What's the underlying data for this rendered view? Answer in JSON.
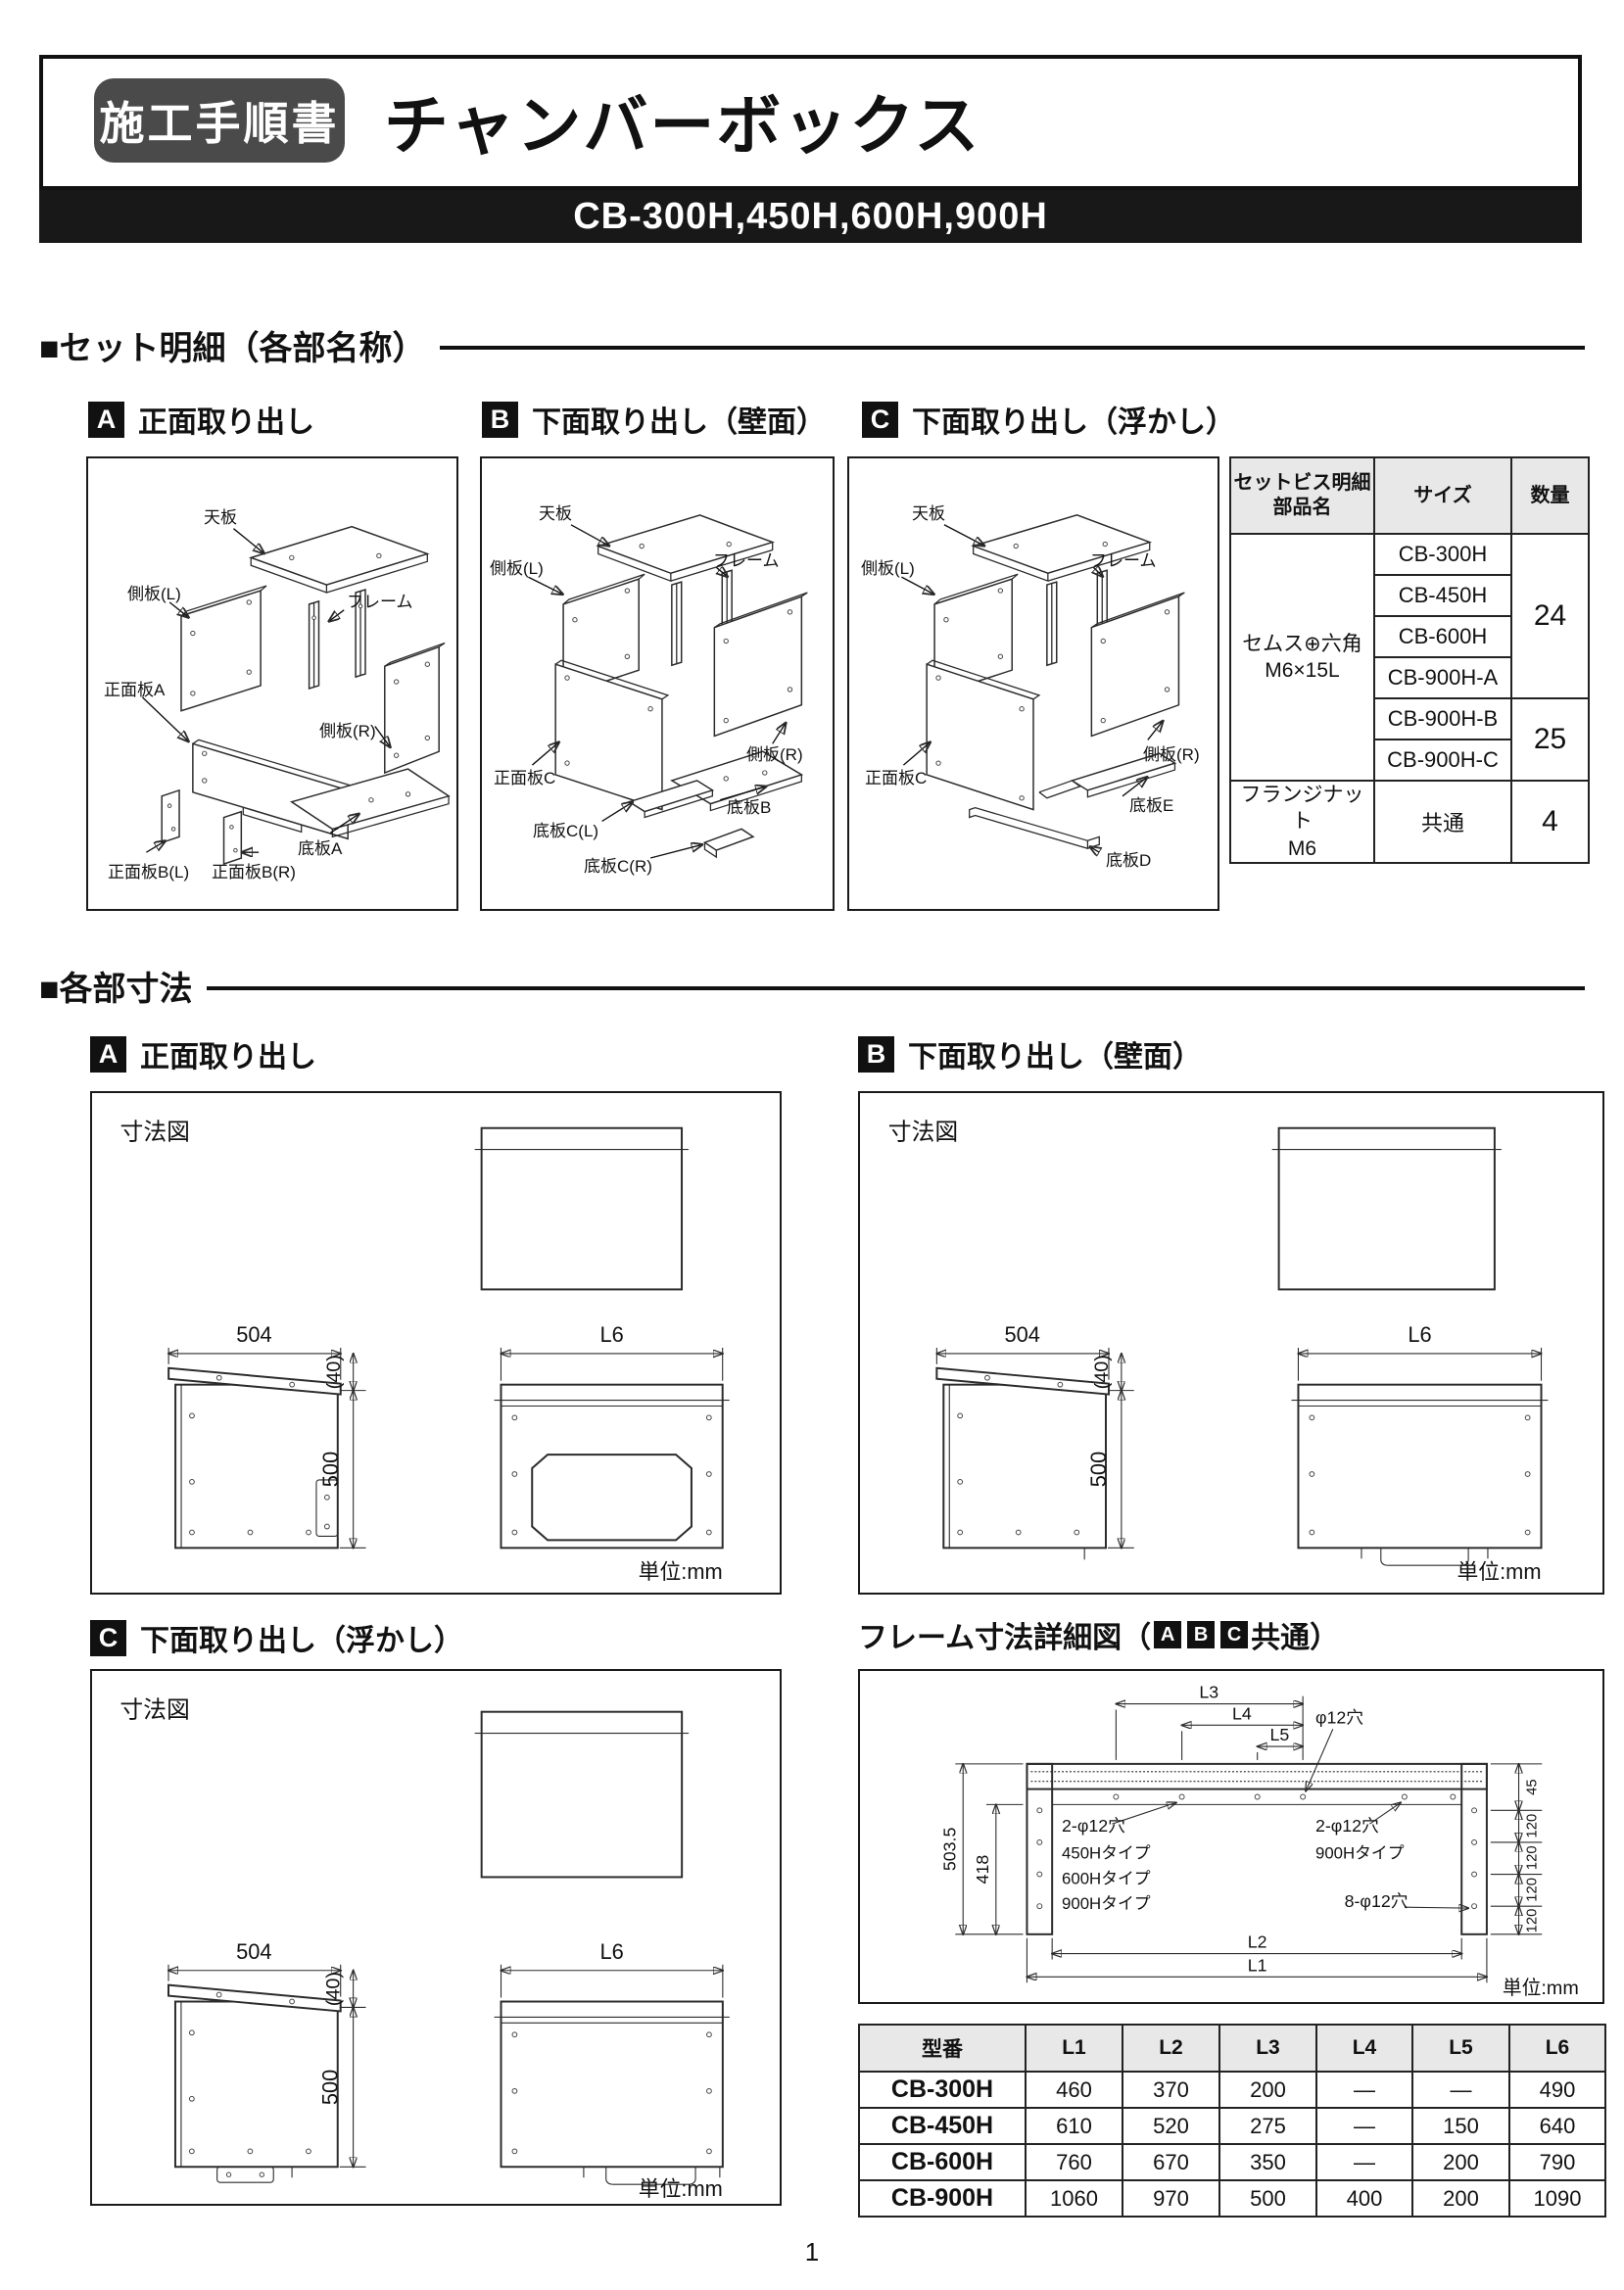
{
  "page_number": "1",
  "header": {
    "badge": "施工手順書",
    "title": "チャンバーボックス",
    "models": "CB-300H,450H,600H,900H"
  },
  "set_section": {
    "heading": "■セット明細（各部名称）",
    "diagram_a": {
      "badge": "A",
      "title": "正面取り出し",
      "labels": {
        "tenban": "天板",
        "sokuban_l": "側板(L)",
        "frame": "フレーム",
        "shomen_a": "正面板A",
        "shomen_bl": "正面板B(L)",
        "shomen_br": "正面板B(R)",
        "teiban_a": "底板A",
        "sokuban_r": "側板(R)"
      }
    },
    "diagram_b": {
      "badge": "B",
      "title": "下面取り出し（壁面）",
      "labels": {
        "tenban": "天板",
        "sokuban_l": "側板(L)",
        "frame": "フレーム",
        "shomen_c": "正面板C",
        "teiban_cl": "底板C(L)",
        "teiban_cr": "底板C(R)",
        "teiban_b": "底板B",
        "sokuban_r": "側板(R)"
      }
    },
    "diagram_c": {
      "badge": "C",
      "title": "下面取り出し（浮かし）",
      "labels": {
        "tenban": "天板",
        "sokuban_l": "側板(L)",
        "frame": "フレーム",
        "shomen_c": "正面板C",
        "teiban_e": "底板E",
        "teiban_d": "底板D",
        "sokuban_r": "側板(R)"
      }
    },
    "screw_table": {
      "head_part1": "セットビス明細",
      "head_part2": "部品名",
      "head_size": "サイズ",
      "head_qty": "数量",
      "group1_line1": "セムス⊕六角",
      "group1_line2": "M6×15L",
      "sizes": [
        "CB-300H",
        "CB-450H",
        "CB-600H",
        "CB-900H-A",
        "CB-900H-B",
        "CB-900H-C"
      ],
      "qty24": "24",
      "qty25": "25",
      "flange_line1": "フランジナット",
      "flange_line2": "M6",
      "flange_size": "共通",
      "flange_qty": "4"
    }
  },
  "dim_section": {
    "heading": "■各部寸法",
    "panel_a": {
      "badge": "A",
      "title": "正面取り出し",
      "zumen": "寸法図",
      "d504": "504",
      "d40": "(40)",
      "d500": "500",
      "l6": "L6",
      "unit": "単位:mm"
    },
    "panel_b": {
      "badge": "B",
      "title": "下面取り出し（壁面）",
      "zumen": "寸法図",
      "d504": "504",
      "d40": "(40)",
      "d500": "500",
      "l6": "L6",
      "unit": "単位:mm"
    },
    "panel_c": {
      "badge": "C",
      "title": "下面取り出し（浮かし）",
      "zumen": "寸法図",
      "d504": "504",
      "d40": "(40)",
      "d500": "500",
      "l6": "L6",
      "unit": "単位:mm"
    },
    "frame": {
      "title_pre": "フレーム寸法詳細図（",
      "badge_a": "A",
      "badge_b": "B",
      "badge_c": "C",
      "title_post": "共通）",
      "l3": "L3",
      "l4": "L4",
      "l5": "L5",
      "hole12": "φ12穴",
      "hole2_left": "2-φ12穴",
      "type450": "450Hタイプ",
      "type600": "600Hタイプ",
      "type900": "900Hタイプ",
      "hole2_right": "2-φ12穴",
      "type900b": "900Hタイプ",
      "hole8": "8-φ12穴",
      "d5035": "503.5",
      "d418": "418",
      "d45": "45",
      "d120": "120",
      "l2": "L2",
      "l1": "L1",
      "unit": "単位:mm"
    },
    "table": {
      "headers": [
        "型番",
        "L1",
        "L2",
        "L3",
        "L4",
        "L5",
        "L6"
      ],
      "rows": [
        [
          "CB-300H",
          "460",
          "370",
          "200",
          "—",
          "—",
          "490"
        ],
        [
          "CB-450H",
          "610",
          "520",
          "275",
          "—",
          "150",
          "640"
        ],
        [
          "CB-600H",
          "760",
          "670",
          "350",
          "—",
          "200",
          "790"
        ],
        [
          "CB-900H",
          "1060",
          "970",
          "500",
          "400",
          "200",
          "1090"
        ]
      ]
    }
  }
}
